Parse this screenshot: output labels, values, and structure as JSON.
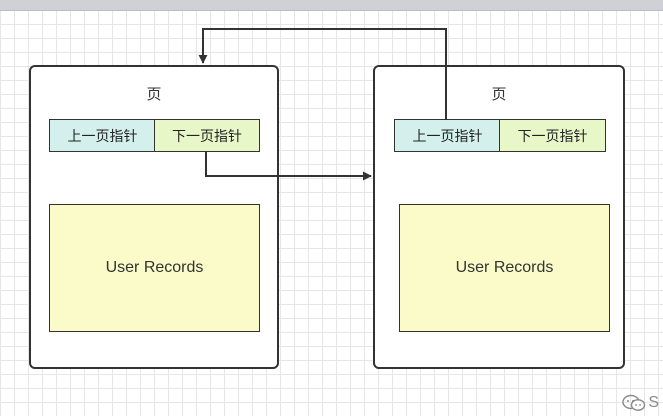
{
  "pages": [
    {
      "title": "页",
      "prev_pointer": "上一页指针",
      "next_pointer": "下一页指针",
      "records": "User Records"
    },
    {
      "title": "页",
      "prev_pointer": "上一页指针",
      "next_pointer": "下一页指针",
      "records": "User Records"
    }
  ],
  "colors": {
    "prev_pointer_fill": "#d4f0ec",
    "next_pointer_fill": "#e8f7c8",
    "records_fill": "#fbfbc9",
    "stroke": "#333333"
  },
  "watermark": {
    "icon": "wechat-icon",
    "text": "S"
  }
}
